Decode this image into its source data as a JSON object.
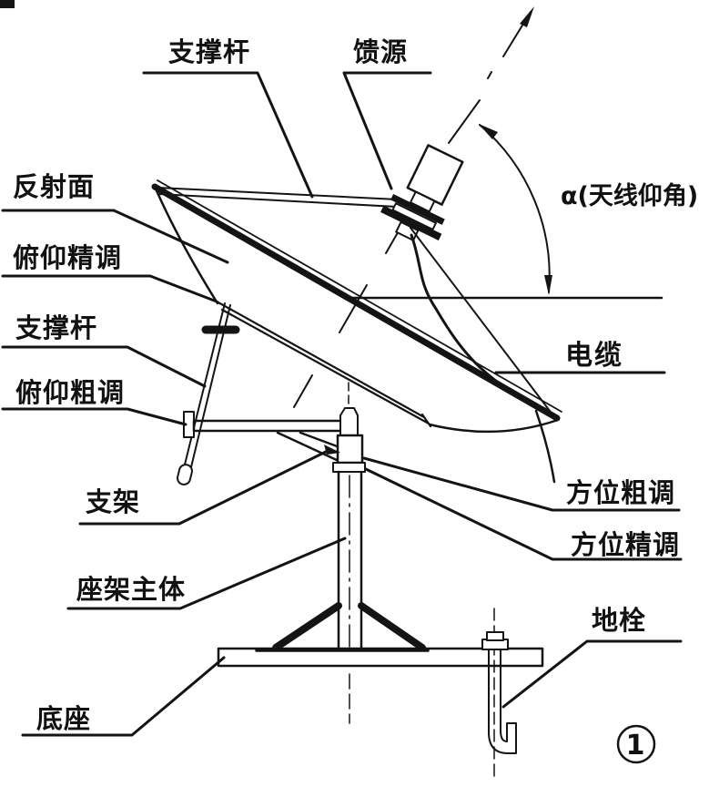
{
  "figure": {
    "type": "technical line diagram",
    "number": "1"
  },
  "labels": {
    "support_rod_top": "支撑杆",
    "feed_source": "馈源",
    "reflector_surface": "反射面",
    "elevation_fine_adjust": "俯仰精调",
    "support_rod_left": "支撑杆",
    "elevation_coarse_adjust": "俯仰粗调",
    "bracket": "支架",
    "mount_main_body": "座架主体",
    "base": "底座",
    "antenna_elevation_angle": "α(天线仰角)",
    "cable": "电缆",
    "azimuth_coarse_adjust": "方位粗调",
    "azimuth_fine_adjust": "方位精调",
    "ground_bolt": "地栓"
  },
  "colors": {
    "ink": "#141414",
    "background": "#ffffff"
  }
}
